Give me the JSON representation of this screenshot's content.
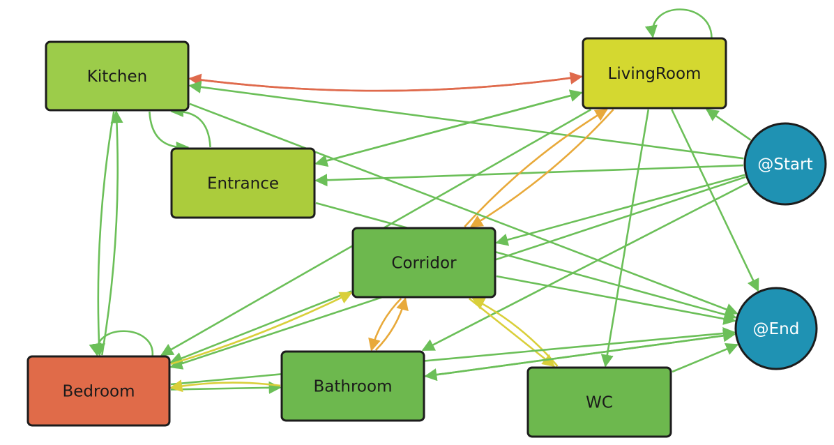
{
  "nodes": [
    {
      "id": "kitchen",
      "label": "Kitchen",
      "shape": "rect",
      "fill": "#9ccc4a"
    },
    {
      "id": "entrance",
      "label": "Entrance",
      "shape": "rect",
      "fill": "#abcc3c"
    },
    {
      "id": "livingroom",
      "label": "LivingRoom",
      "shape": "rect",
      "fill": "#d4d830"
    },
    {
      "id": "corridor",
      "label": "Corridor",
      "shape": "rect",
      "fill": "#6db84e"
    },
    {
      "id": "bedroom",
      "label": "Bedroom",
      "shape": "rect",
      "fill": "#e06b49"
    },
    {
      "id": "bathroom",
      "label": "Bathroom",
      "shape": "rect",
      "fill": "#6db84e"
    },
    {
      "id": "wc",
      "label": "WC",
      "shape": "rect",
      "fill": "#6db84e"
    },
    {
      "id": "start",
      "label": "@Start",
      "shape": "circle",
      "fill": "#1f92b3"
    },
    {
      "id": "end",
      "label": "@End",
      "shape": "circle",
      "fill": "#1f92b3"
    }
  ],
  "colors": {
    "green_edge": "#6bbf58",
    "orange_edge": "#e8a93a",
    "yellow_edge": "#d9cf3a",
    "red_edge": "#df6a4c",
    "node_border": "#1c1c1c"
  },
  "edges": [
    {
      "from": "livingroom",
      "to": "kitchen",
      "color": "red",
      "bend": -1
    },
    {
      "from": "kitchen",
      "to": "livingroom",
      "color": "red",
      "bend": 1
    },
    {
      "from": "livingroom",
      "to": "livingroom",
      "color": "green",
      "self": true
    },
    {
      "from": "bedroom",
      "to": "bedroom",
      "color": "green",
      "self": true
    },
    {
      "from": "kitchen",
      "to": "entrance",
      "color": "green",
      "bend": 1
    },
    {
      "from": "entrance",
      "to": "kitchen",
      "color": "green",
      "bend": 1
    },
    {
      "from": "kitchen",
      "to": "bedroom",
      "color": "green",
      "bend": 0.5
    },
    {
      "from": "bedroom",
      "to": "kitchen",
      "color": "green",
      "bend": 0.5
    },
    {
      "from": "start",
      "to": "kitchen",
      "color": "green",
      "bend": 0
    },
    {
      "from": "start",
      "to": "entrance",
      "color": "green",
      "bend": 0
    },
    {
      "from": "start",
      "to": "livingroom",
      "color": "green",
      "bend": 0
    },
    {
      "from": "start",
      "to": "corridor",
      "color": "green",
      "bend": 0
    },
    {
      "from": "start",
      "to": "bedroom",
      "color": "green",
      "bend": 0
    },
    {
      "from": "start",
      "to": "bathroom",
      "color": "green",
      "bend": 0
    },
    {
      "from": "entrance",
      "to": "livingroom",
      "color": "green",
      "bend": 0
    },
    {
      "from": "livingroom",
      "to": "entrance",
      "color": "green",
      "bend": 0
    },
    {
      "from": "entrance",
      "to": "end",
      "color": "green",
      "bend": 0
    },
    {
      "from": "livingroom",
      "to": "end",
      "color": "green",
      "bend": 0
    },
    {
      "from": "livingroom",
      "to": "wc",
      "color": "green",
      "bend": 0
    },
    {
      "from": "livingroom",
      "to": "bedroom",
      "color": "green",
      "bend": 0
    },
    {
      "from": "livingroom",
      "to": "corridor",
      "color": "orange",
      "bend": -0.5
    },
    {
      "from": "corridor",
      "to": "livingroom",
      "color": "orange",
      "bend": -0.5
    },
    {
      "from": "kitchen",
      "to": "end",
      "color": "green",
      "bend": 0
    },
    {
      "from": "corridor",
      "to": "end",
      "color": "green",
      "bend": 0
    },
    {
      "from": "corridor",
      "to": "bathroom",
      "color": "orange",
      "bend": 0.3
    },
    {
      "from": "bathroom",
      "to": "corridor",
      "color": "orange",
      "bend": 0.3
    },
    {
      "from": "corridor",
      "to": "bedroom",
      "color": "green",
      "bend": 0
    },
    {
      "from": "bedroom",
      "to": "corridor",
      "color": "yellow",
      "bend": 0.3
    },
    {
      "from": "corridor",
      "to": "wc",
      "color": "yellow",
      "bend": 0
    },
    {
      "from": "wc",
      "to": "corridor",
      "color": "yellow",
      "bend": 0.4
    },
    {
      "from": "bedroom",
      "to": "bathroom",
      "color": "green",
      "bend": 0
    },
    {
      "from": "bedroom",
      "to": "end",
      "color": "green",
      "bend": 0
    },
    {
      "from": "bathroom",
      "to": "end",
      "color": "green",
      "bend": 0
    },
    {
      "from": "end",
      "to": "bathroom",
      "color": "green",
      "bend": 0
    },
    {
      "from": "bathroom",
      "to": "bedroom",
      "color": "yellow",
      "bend": 0.3
    },
    {
      "from": "wc",
      "to": "end",
      "color": "green",
      "bend": 0
    }
  ]
}
